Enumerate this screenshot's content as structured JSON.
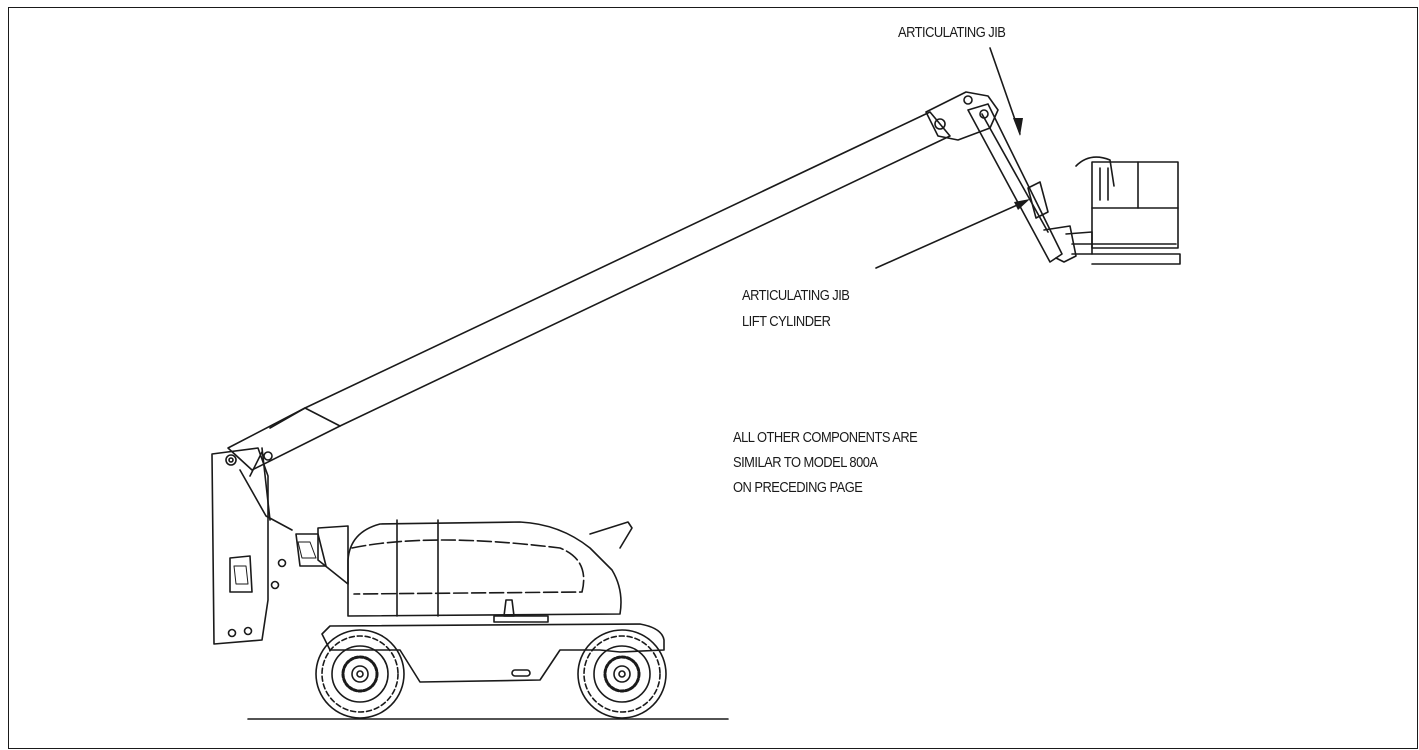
{
  "callouts": {
    "articulating_jib": "ARTICULATING JIB",
    "jib_cylinder": [
      "ARTICULATING JIB",
      "LIFT CYLINDER"
    ]
  },
  "note": [
    "ALL OTHER COMPONENTS ARE",
    "SIMILAR TO MODEL 800A",
    "ON PRECEDING PAGE"
  ],
  "colors": {
    "line": "#1a1a1a",
    "background": "#ffffff"
  }
}
